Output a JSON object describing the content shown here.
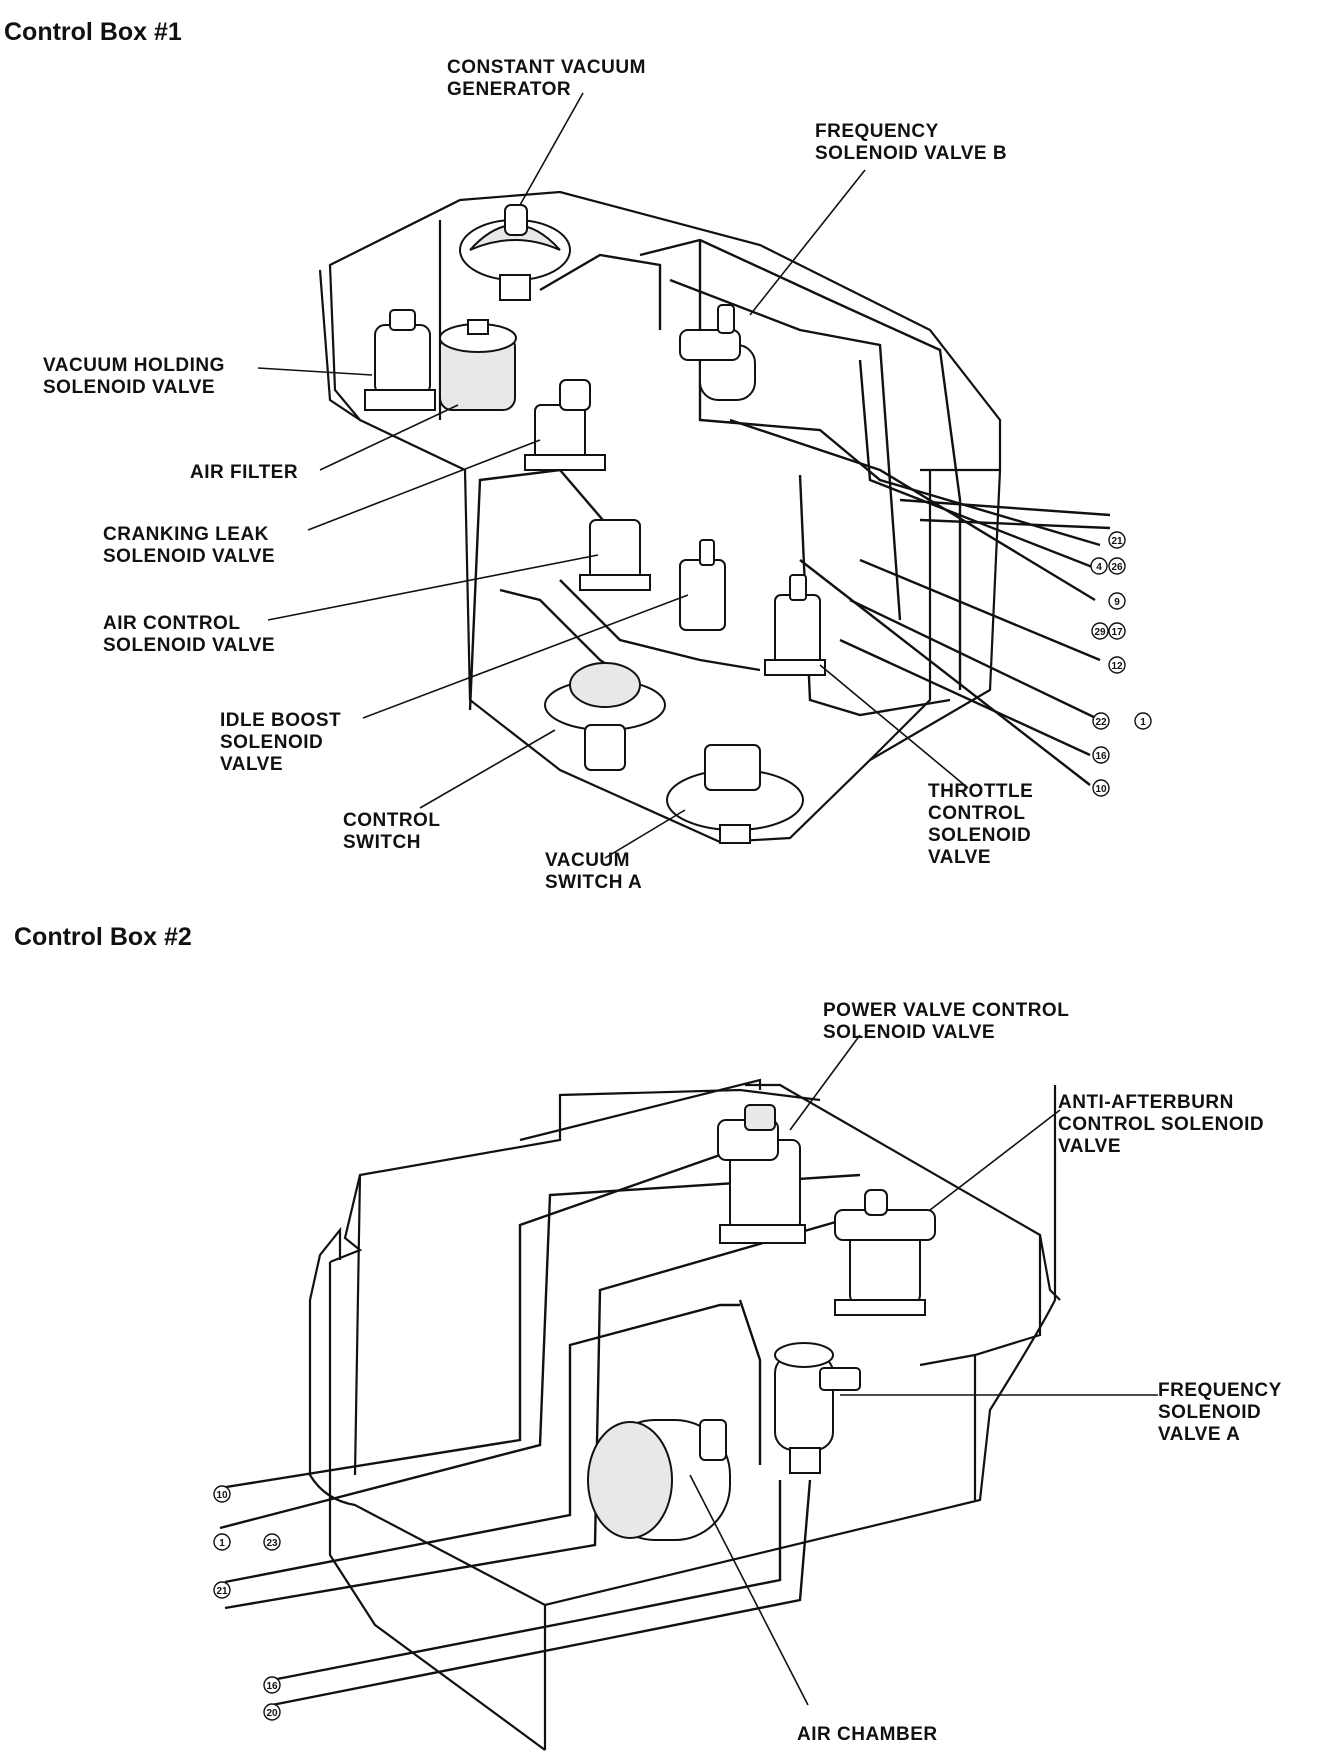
{
  "box1": {
    "title": "Control Box #1",
    "labels": {
      "constant_vacuum_generator": [
        "CONSTANT VACUUM",
        "GENERATOR"
      ],
      "frequency_solenoid_valve_b": [
        "FREQUENCY",
        "SOLENOID VALVE B"
      ],
      "vacuum_holding_solenoid_valve": [
        "VACUUM HOLDING",
        "SOLENOID VALVE"
      ],
      "air_filter": [
        "AIR FILTER"
      ],
      "cranking_leak_solenoid_valve": [
        "CRANKING LEAK",
        "SOLENOID VALVE"
      ],
      "air_control_solenoid_valve": [
        "AIR CONTROL",
        "SOLENOID VALVE"
      ],
      "idle_boost_solenoid_valve": [
        "IDLE BOOST",
        "SOLENOID",
        "VALVE"
      ],
      "control_switch": [
        "CONTROL",
        "SWITCH"
      ],
      "vacuum_switch_a": [
        "VACUUM",
        "SWITCH A"
      ],
      "throttle_control_solenoid_valve": [
        "THROTTLE",
        "CONTROL",
        "SOLENOID",
        "VALVE"
      ]
    },
    "ports": [
      "21",
      "4",
      "26",
      "9",
      "17",
      "29",
      "12",
      "22",
      "1",
      "16",
      "10"
    ]
  },
  "box2": {
    "title": "Control Box #2",
    "labels": {
      "power_valve_control_solenoid_valve": [
        "POWER VALVE CONTROL",
        "SOLENOID VALVE"
      ],
      "anti_afterburn_control_solenoid_valve": [
        "ANTI-AFTERBURN",
        "CONTROL SOLENOID",
        "VALVE"
      ],
      "frequency_solenoid_valve_a": [
        "FREQUENCY",
        "SOLENOID",
        "VALVE A"
      ],
      "air_chamber": [
        "AIR CHAMBER"
      ]
    },
    "ports": [
      "10",
      "1",
      "23",
      "21",
      "16",
      "20"
    ]
  }
}
